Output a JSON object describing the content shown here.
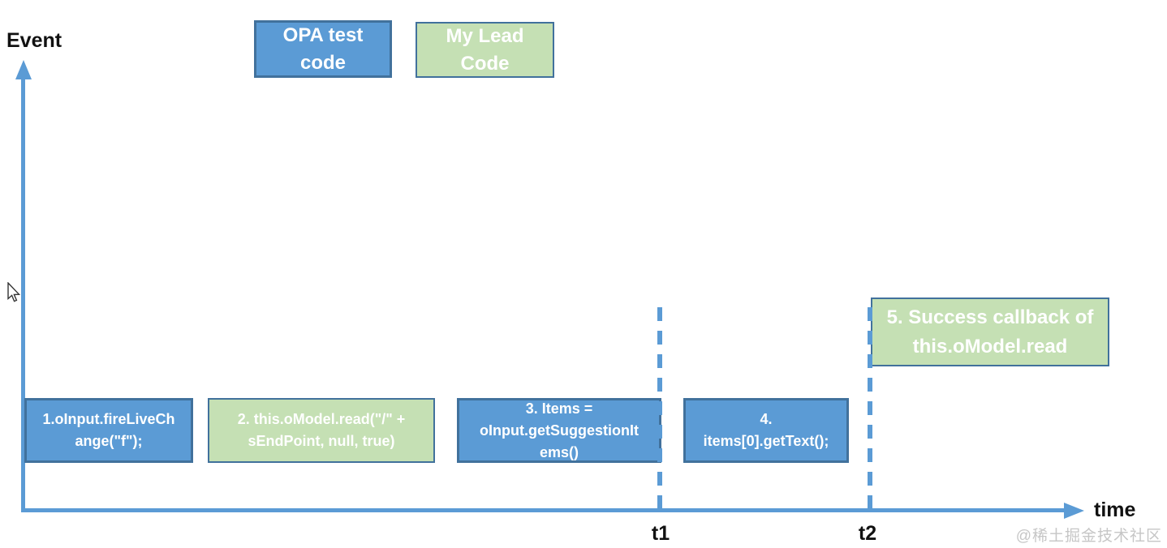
{
  "diagram": {
    "title_semantics": "Event vs time sequence diagram",
    "y_axis_label": "Event",
    "x_axis_label": "time",
    "ticks": [
      {
        "label": "t1"
      },
      {
        "label": "t2"
      }
    ],
    "legend": [
      {
        "label": [
          "OPA test",
          "code"
        ],
        "style": "blue"
      },
      {
        "label": [
          "My Lead",
          "Code"
        ],
        "style": "green"
      }
    ],
    "events": [
      {
        "lines": [
          "1.oInput.fireLiveCh",
          "ange(\"f\");"
        ],
        "style": "blue"
      },
      {
        "lines": [
          "2. this.oModel.read(\"/\" +",
          "sEndPoint, null, true)"
        ],
        "style": "green"
      },
      {
        "lines": [
          "3. Items =",
          "oInput.getSuggestionIt",
          "ems()"
        ],
        "style": "blue"
      },
      {
        "lines": [
          "4.",
          "items[0].getText();"
        ],
        "style": "blue"
      },
      {
        "lines": [
          "5. Success callback of",
          "this.oModel.read"
        ],
        "style": "green"
      }
    ],
    "watermark": "@稀土掘金技术社区"
  },
  "colors": {
    "axis_blue": "#5b9bd5",
    "box_blue_fill": "#5b9bd5",
    "box_green_fill": "#c5e0b4",
    "box_border_blue": "#41719c",
    "label_black": "#111111",
    "watermark_gray": "#c6c6c6",
    "box_text_white": "#ffffff"
  }
}
